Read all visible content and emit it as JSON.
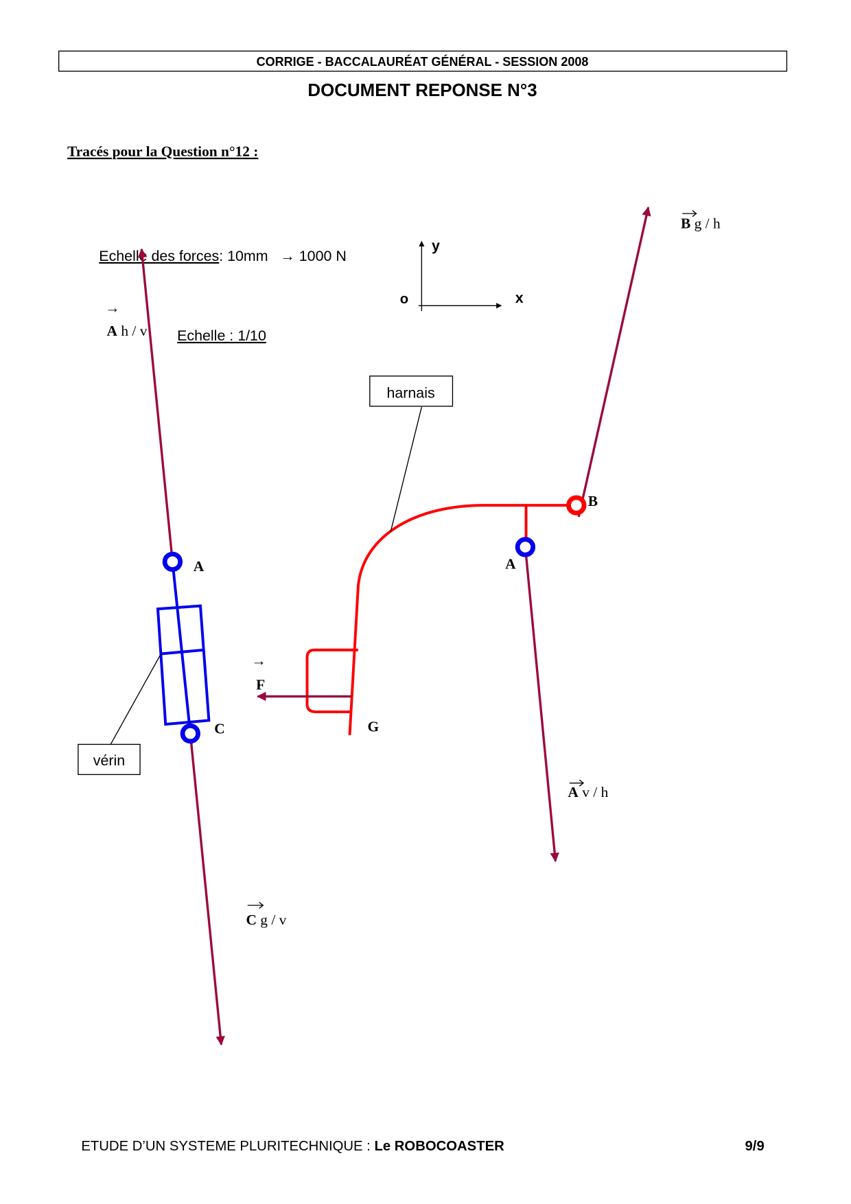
{
  "header": {
    "banner": "CORRIGE -  BACCALAURÉAT GÉNÉRAL - SESSION 2008",
    "title": "DOCUMENT REPONSE N°3"
  },
  "section_title": "Tracés pour la Question n°12 :",
  "scale": {
    "forces_label": "Echelle des forces",
    "forces_value": ": 10mm   → 1000 N",
    "drawing_label": "Echelle :  1/10"
  },
  "axes": {
    "y": "y",
    "x": "x",
    "origin": "o"
  },
  "labels": {
    "verin": "vérin",
    "harnais": "harnais",
    "point_A_left": "A",
    "point_C": "C",
    "point_G": "G",
    "point_B": "B",
    "point_A_right": "A",
    "arrow": "→"
  },
  "forces": {
    "A_hv": {
      "letter": "A",
      "sub": " h / v"
    },
    "C_gv": {
      "letter": "C",
      "sub": " g / v"
    },
    "B_gh": {
      "letter": "B",
      "sub": " g / h"
    },
    "A_vh": {
      "letter": "A",
      "sub": " v / h"
    },
    "F": {
      "letter": "F"
    }
  },
  "footer": {
    "left_regular": "ETUDE D’UN SYSTEME PLURITECHNIQUE : ",
    "left_bold": "Le ROBOCOASTER",
    "page": "9/9"
  },
  "colors": {
    "force": "#9b0a3c",
    "harness": "#ff0000",
    "verin": "#0000ee"
  }
}
